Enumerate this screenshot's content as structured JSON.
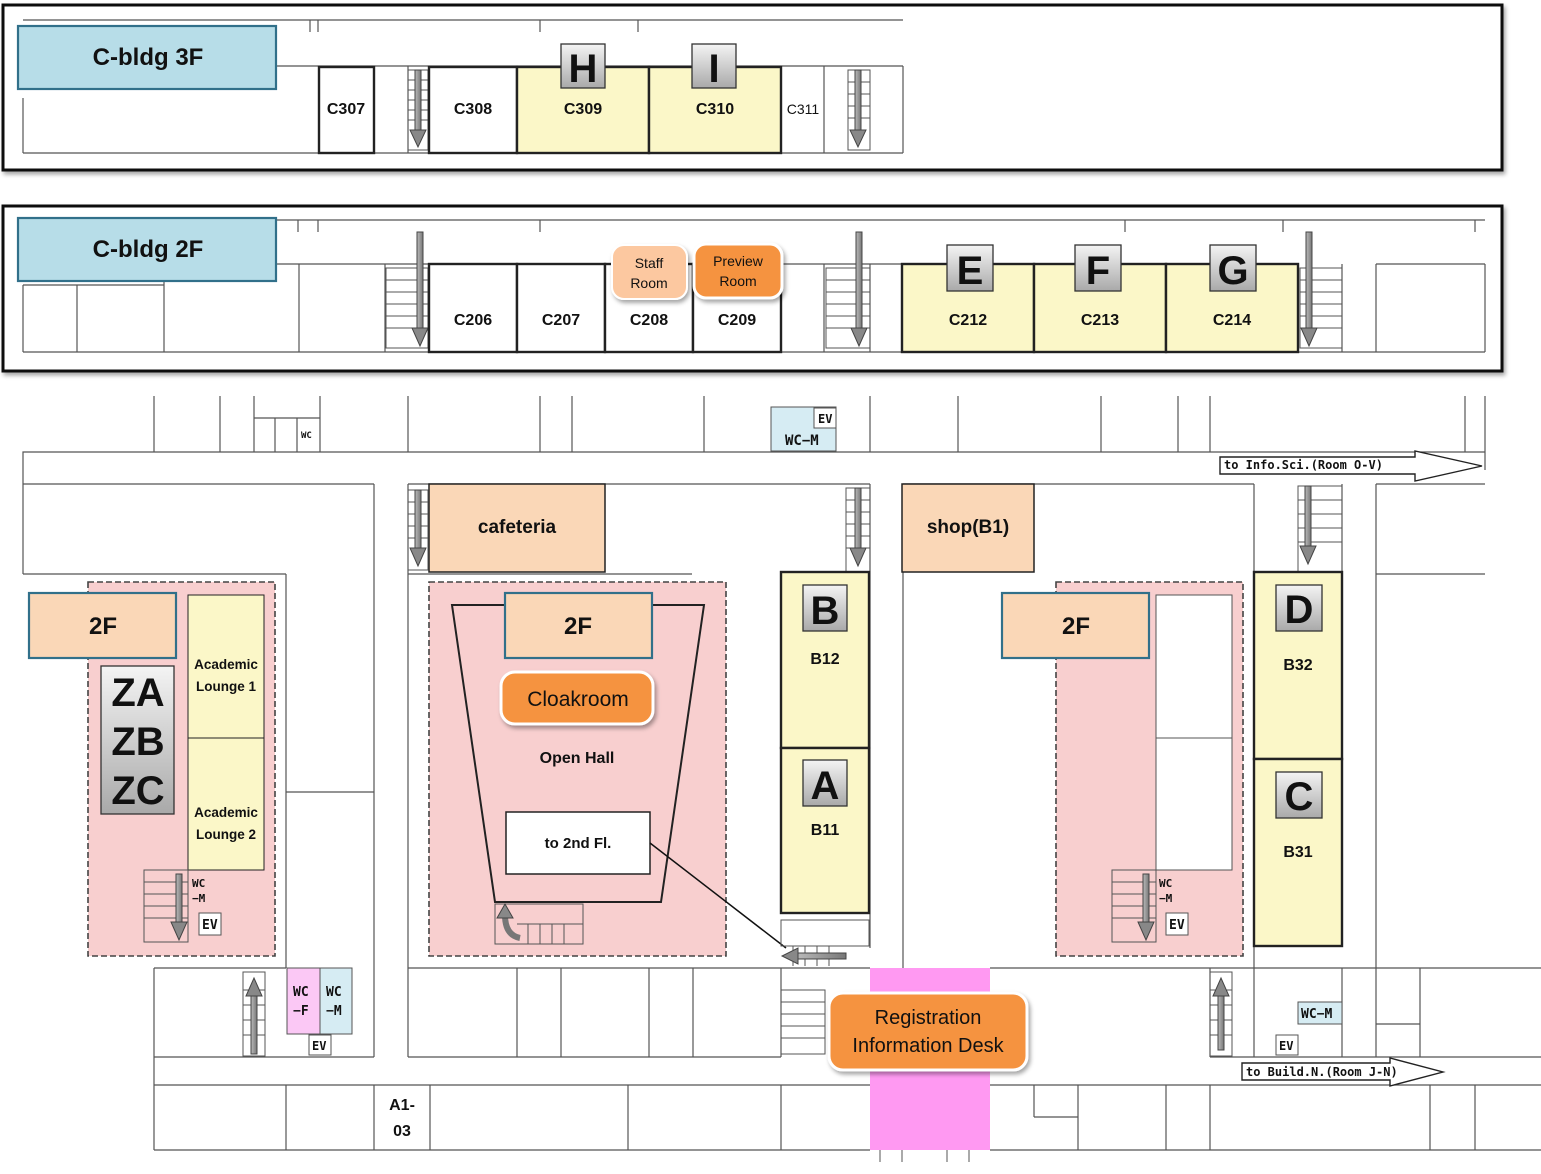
{
  "floors": {
    "f3_title": "C-bldg 3F",
    "f2_title": "C-bldg 2F"
  },
  "rooms_3f": {
    "c307": "C307",
    "c308": "C308",
    "c309": "C309",
    "c310": "C310",
    "c311": "C311"
  },
  "rooms_2f": {
    "c206": "C206",
    "c207": "C207",
    "c208": "C208",
    "c209": "C209",
    "c212": "C212",
    "c213": "C213",
    "c214": "C214",
    "staff_line1": "Staff",
    "staff_line2": "Room",
    "preview_line1": "Preview",
    "preview_line2": "Room"
  },
  "session_letters": {
    "h": "H",
    "i": "I",
    "e": "E",
    "f": "F",
    "g": "G",
    "a": "A",
    "b": "B",
    "c": "C",
    "d": "D",
    "za": "ZA",
    "zb": "ZB",
    "zc": "ZC"
  },
  "ground": {
    "b11": "B11",
    "b12": "B12",
    "b31": "B31",
    "b32": "B32",
    "cafeteria": "cafeteria",
    "shop": "shop(B1)",
    "open_hall": "Open Hall",
    "to_2nd": "to 2nd Fl.",
    "cloakroom": "Cloakroom",
    "academic1_line1": "Academic",
    "academic1_line2": "Lounge 1",
    "academic2_line1": "Academic",
    "academic2_line2": "Lounge 2",
    "second_floor_left": "2F",
    "second_floor_center": "2F",
    "second_floor_right": "2F",
    "registration_line1": "Registration",
    "registration_line2": "Information Desk",
    "a103_line1": "A1-",
    "a103_line2": "03"
  },
  "facilities": {
    "ev": "EV",
    "wc": "WC",
    "wc_m": "WC−M",
    "wc_m_split1": "WC",
    "wc_m_split2": "−M",
    "wc_f_split2": "−F"
  },
  "directions": {
    "info_sci": "to Info.Sci.(Room O-V)",
    "build_n": "to Build.N.(Room J-N)"
  },
  "colors": {
    "session_room": "#fbf7c8",
    "floor_label": "#b7dde8",
    "peach": "#fad7b7",
    "pink_area": "#f8cfcf",
    "registration_path": "#ff99f2",
    "orange_button": "#f5933f"
  }
}
